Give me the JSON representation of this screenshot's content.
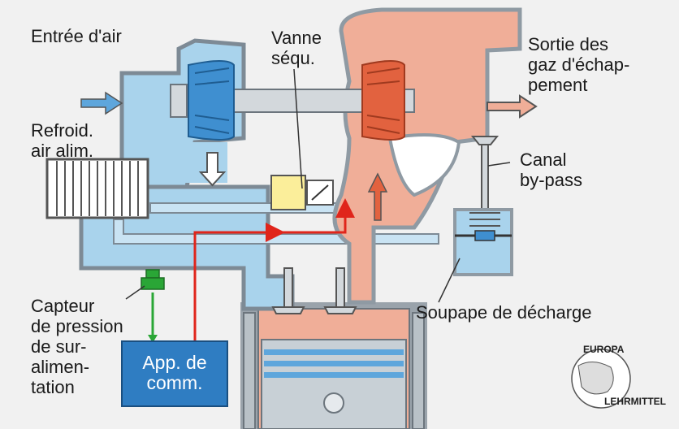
{
  "labels": {
    "air_inlet": "Entrée d'air",
    "sequential_valve": "Vanne\nséqu.",
    "exhaust_outlet": "Sortie des\ngaz d'échap-\npement",
    "charge_air_cooler": "Refroid.\nair alim.",
    "bypass_channel": "Canal\nby-pass",
    "wastegate_valve": "Soupape de décharge",
    "boost_pressure_sensor": "Capteur\nde pression\nde sur-\nalimen-\ntation",
    "control_unit": "App. de\ncomm."
  },
  "logo": {
    "top": "EUROPA",
    "bottom": "LEHRMITTEL"
  },
  "colors": {
    "intake_blue": "#a9d3ec",
    "compressor_blue": "#3f8fd0",
    "exhaust_salmon": "#f0ae98",
    "turbine_red": "#e2623f",
    "housing_gray": "#8f9aa3",
    "ecu_blue": "#2f7dc2",
    "signal_red": "#e0251b",
    "sensor_green": "#2aa636",
    "valve_yellow": "#fbee9a"
  }
}
